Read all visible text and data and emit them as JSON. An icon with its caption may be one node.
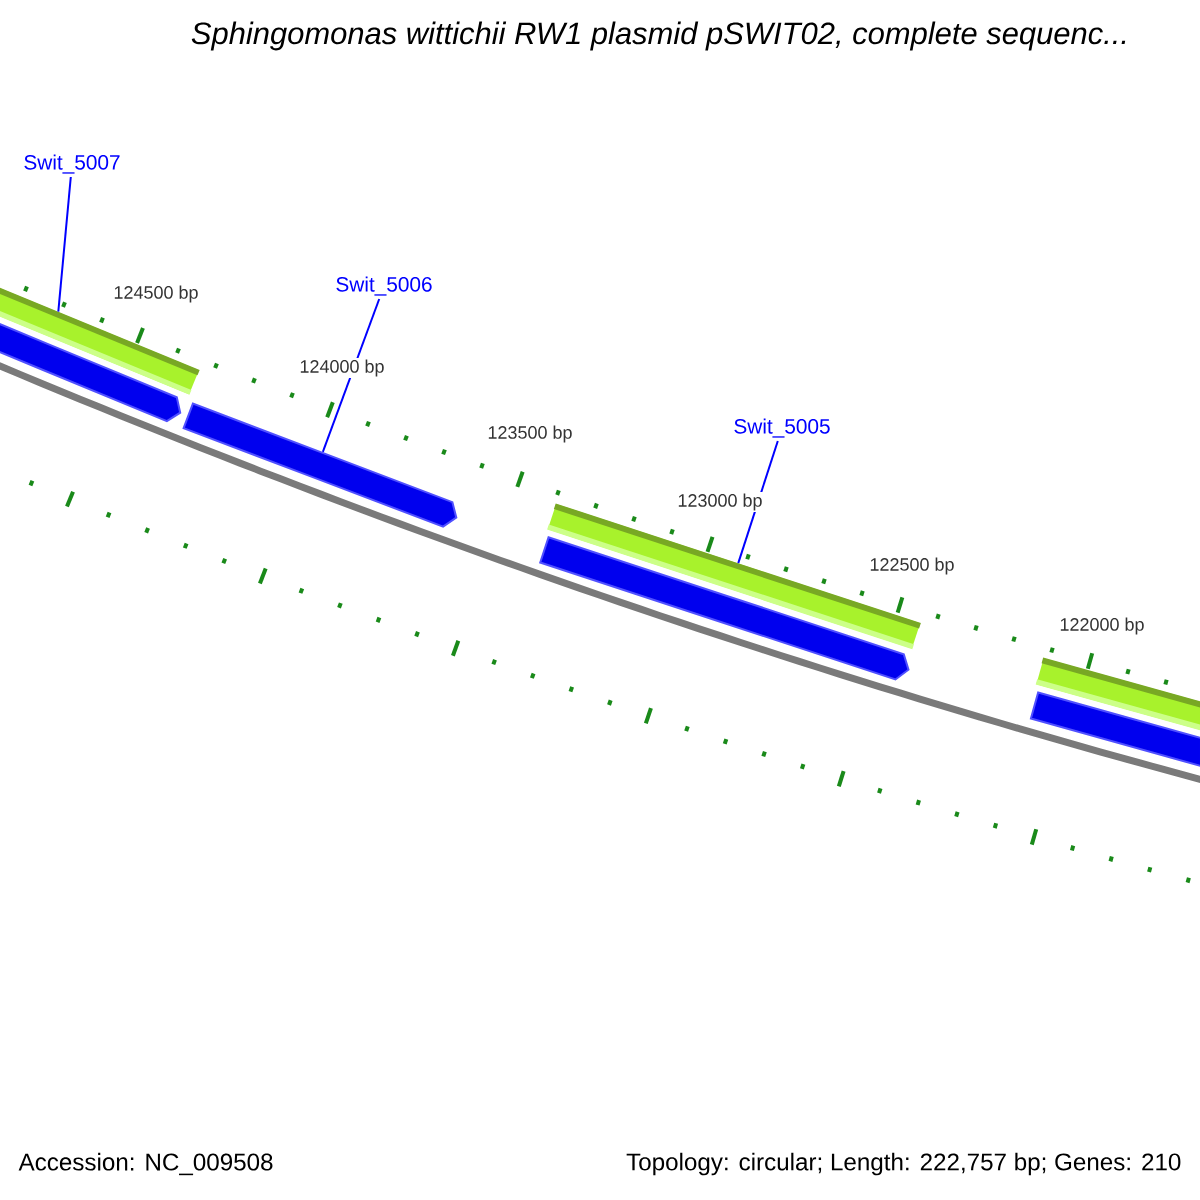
{
  "diagram": {
    "title": "*Sphingomonas wittichii RW1 plasmid pSWIT02, complete sequenc...*",
    "nodes": [
      {
        "text": [
          "Swit_5007"
        ]
      },
      {
        "text": [
          "Swit_5006"
        ]
      },
      {
        "text": [
          "Swit_5005"
        ]
      },
      {
        "text": [],
        "shape": "bar"
      },
      {
        "text": [],
        "shape": "bar"
      },
      {
        "text": [],
        "shape": "bar"
      },
      {
        "text": [],
        "shape": "arrow"
      },
      {
        "text": [],
        "shape": "arrow"
      },
      {
        "text": [],
        "shape": "arrow"
      },
      {
        "text": [],
        "shape": "arrow"
      }
    ],
    "edges": [
      {
        "from": 0,
        "to": 3,
        "arrow": "none"
      },
      {
        "from": 1,
        "to": 7,
        "arrow": "none"
      },
      {
        "from": 2,
        "to": 4,
        "arrow": "none"
      }
    ],
    "labels": [
      "124500 bp",
      "124000 bp",
      "123500 bp",
      "123000 bp",
      "122500 bp",
      "122000 bp",
      "Accession: NC_009508",
      "Topology: circular; Length: 222,757 bp; Genes: 210"
    ]
  }
}
